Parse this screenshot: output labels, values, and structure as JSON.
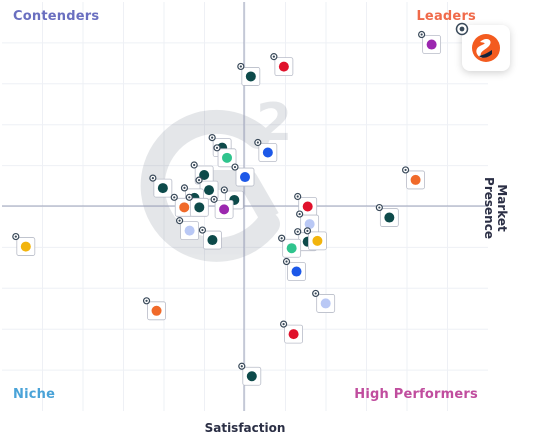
{
  "chart_data": {
    "type": "scatter",
    "title": "",
    "xlabel": "Satisfaction",
    "ylabel": "Market Presence",
    "xlim": [
      0,
      100
    ],
    "ylim": [
      0,
      100
    ],
    "grid": true,
    "quadrants": {
      "top_left": "Contenders",
      "top_right": "Leaders",
      "bottom_left": "Niche",
      "bottom_right": "High Performers"
    },
    "quadrant_colors": {
      "top_left": "#6a6fc0",
      "top_right": "#f06a4a",
      "bottom_left": "#4aa3d8",
      "bottom_right": "#c04d9e"
    },
    "points": [
      {
        "x": 88.4,
        "y": 89.6,
        "color": "#9b27af"
      },
      {
        "x": 58.0,
        "y": 84.2,
        "color": "#e0112b"
      },
      {
        "x": 51.2,
        "y": 81.8,
        "color": "#0d4a4a"
      },
      {
        "x": 45.3,
        "y": 64.4,
        "color": "#0d4a4a"
      },
      {
        "x": 46.3,
        "y": 61.9,
        "color": "#2fc48d"
      },
      {
        "x": 54.7,
        "y": 63.2,
        "color": "#1c58e8"
      },
      {
        "x": 41.6,
        "y": 57.7,
        "color": "#0d4a4a"
      },
      {
        "x": 50.0,
        "y": 57.2,
        "color": "#1c58e8"
      },
      {
        "x": 85.1,
        "y": 56.5,
        "color": "#f06a2a"
      },
      {
        "x": 33.1,
        "y": 54.5,
        "color": "#0d4a4a"
      },
      {
        "x": 42.6,
        "y": 54.0,
        "color": "#0d4a4a"
      },
      {
        "x": 39.6,
        "y": 52.1,
        "color": "#0d4a4a"
      },
      {
        "x": 47.8,
        "y": 51.6,
        "color": "#0d4a4a"
      },
      {
        "x": 37.5,
        "y": 49.8,
        "color": "#f06a2a"
      },
      {
        "x": 40.6,
        "y": 49.8,
        "color": "#0d4a4a"
      },
      {
        "x": 45.7,
        "y": 49.3,
        "color": "#9b27af"
      },
      {
        "x": 62.9,
        "y": 50.0,
        "color": "#e0112b"
      },
      {
        "x": 79.7,
        "y": 47.3,
        "color": "#0d4a4a"
      },
      {
        "x": 63.3,
        "y": 45.7,
        "color": "#b9c8f5"
      },
      {
        "x": 38.6,
        "y": 44.1,
        "color": "#b9c8f5"
      },
      {
        "x": 43.3,
        "y": 41.8,
        "color": "#0d4a4a"
      },
      {
        "x": 62.9,
        "y": 41.4,
        "color": "#0d4a4a"
      },
      {
        "x": 64.9,
        "y": 41.6,
        "color": "#f2b40c"
      },
      {
        "x": 59.6,
        "y": 39.8,
        "color": "#2fc48d"
      },
      {
        "x": 4.9,
        "y": 40.2,
        "color": "#f2b40c"
      },
      {
        "x": 60.6,
        "y": 34.1,
        "color": "#1c58e8"
      },
      {
        "x": 66.6,
        "y": 26.3,
        "color": "#b9c8f5"
      },
      {
        "x": 31.8,
        "y": 24.5,
        "color": "#f06a2a"
      },
      {
        "x": 60.0,
        "y": 18.8,
        "color": "#e0112b"
      },
      {
        "x": 51.4,
        "y": 8.5,
        "color": "#0d4a4a"
      }
    ]
  },
  "featured_logo": "s-swoosh-logo"
}
